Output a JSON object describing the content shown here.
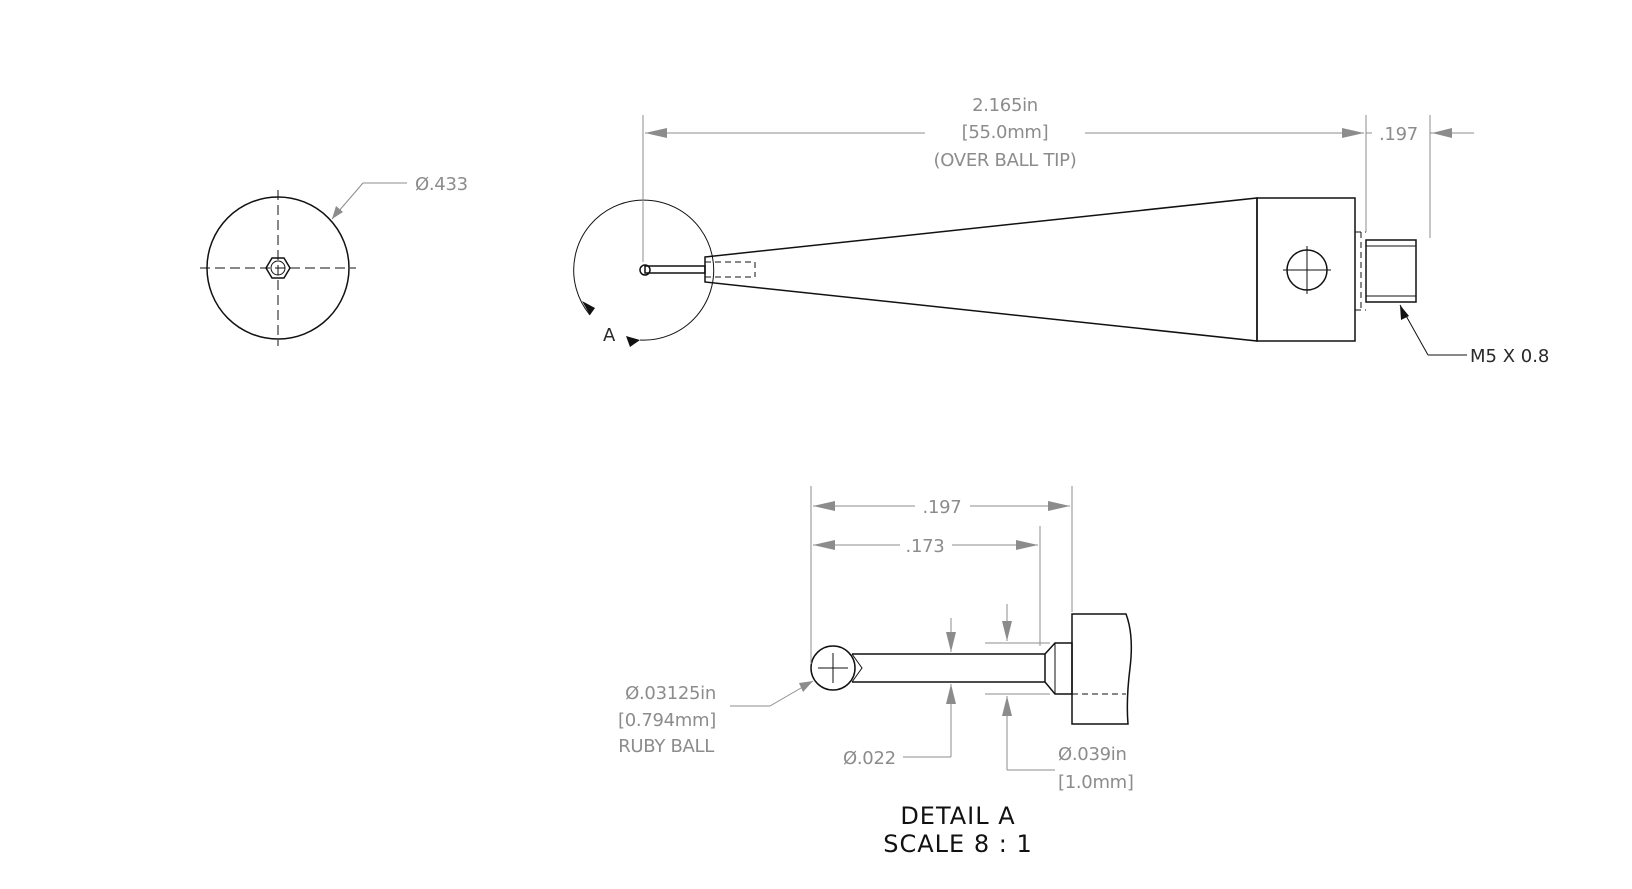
{
  "front_view": {
    "diameter_label": "Ø.433"
  },
  "side_view": {
    "length_in": "2.165in",
    "length_mm": "[55.0mm]",
    "length_note": "(OVER BALL TIP)",
    "thread_length": ".197",
    "thread_label": "M5 X 0.8",
    "detail_callout": "A"
  },
  "detail_view": {
    "dim_overall": ".197",
    "dim_stem": ".173",
    "ball_dia_in": "Ø.03125in",
    "ball_dia_mm": "[0.794mm]",
    "ball_material": "RUBY BALL",
    "stem_dia": "Ø.022",
    "shank_dia_in": "Ø.039in",
    "shank_dia_mm": "[1.0mm]",
    "title": "DETAIL A",
    "scale": "SCALE 8 : 1"
  }
}
